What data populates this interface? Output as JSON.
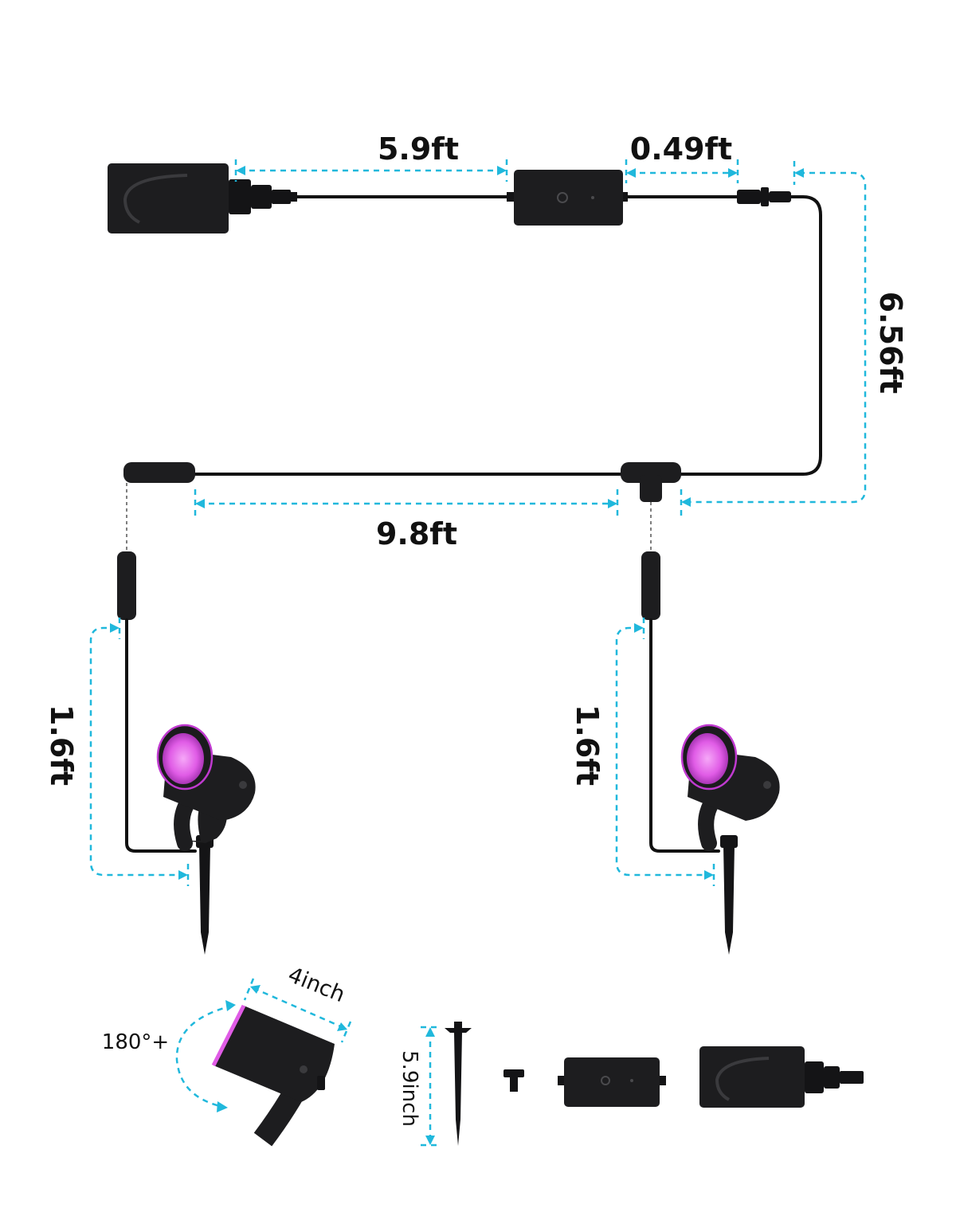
{
  "labels": {
    "adapter_to_controller": "5.9ft",
    "controller_to_connector": "0.49ft",
    "vertical_cable": "6.56ft",
    "horizontal_cable": "9.8ft",
    "left_light_cable": "1.6ft",
    "right_light_cable": "1.6ft",
    "head_width": "4inch",
    "rotation": "180°+",
    "stake_length": "5.9inch"
  },
  "colors": {
    "dimension_line": "#20b8dc",
    "cable": "#111111",
    "device_body": "#1d1d1f",
    "light_glow": "#e05ce6",
    "accent_ring": "#c03ad0"
  },
  "icons": {
    "power_adapter": "power-adapter-icon",
    "controller": "controller-box-icon",
    "spotlight": "spotlight-icon",
    "stake": "ground-stake-icon",
    "connector_cap": "connector-cap-icon"
  }
}
